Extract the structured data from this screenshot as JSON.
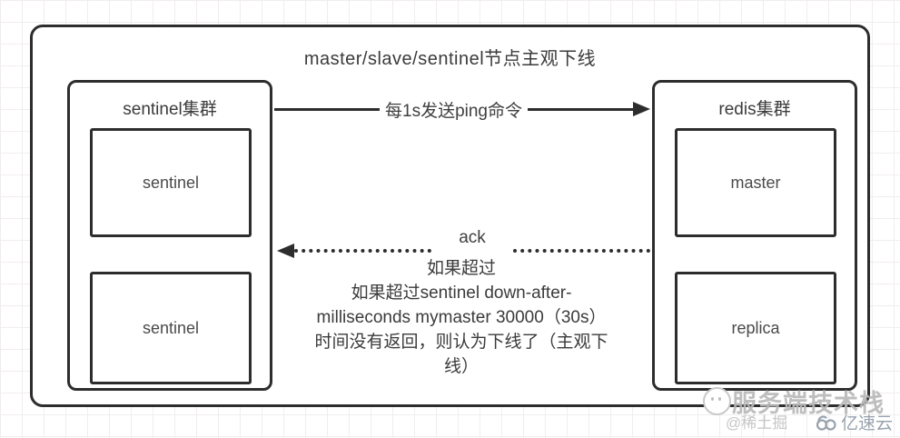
{
  "diagram": {
    "title": "master/slave/sentinel节点主观下线",
    "left_group": {
      "title": "sentinel集群",
      "nodes": [
        "sentinel",
        "sentinel"
      ]
    },
    "right_group": {
      "title": "redis集群",
      "nodes": [
        "master",
        "replica"
      ]
    },
    "ping_arrow": {
      "label": "每1s发送ping命令",
      "direction": "left-to-right",
      "style": "solid"
    },
    "ack_arrow": {
      "label": "ack",
      "direction": "right-to-left",
      "style": "dotted"
    },
    "note_lines": [
      "如果超过",
      "如果超过sentinel down-after-",
      "milliseconds mymaster 30000（30s）",
      "时间没有返回，则认为下线了（主观下",
      "线）"
    ]
  },
  "watermarks": {
    "account": "服务端技术栈",
    "handle": "@稀土掘",
    "brand": "亿速云"
  },
  "icons": {
    "face": "smiley-face-icon",
    "brand_logo": "cloud-logo-icon"
  },
  "colors": {
    "border": "#2d2d2d",
    "text": "#3b3b3b",
    "watermark_gray": "#c6c6c6",
    "brand_gray_blue": "#98a3ae",
    "grid_line": "#f1edee"
  }
}
